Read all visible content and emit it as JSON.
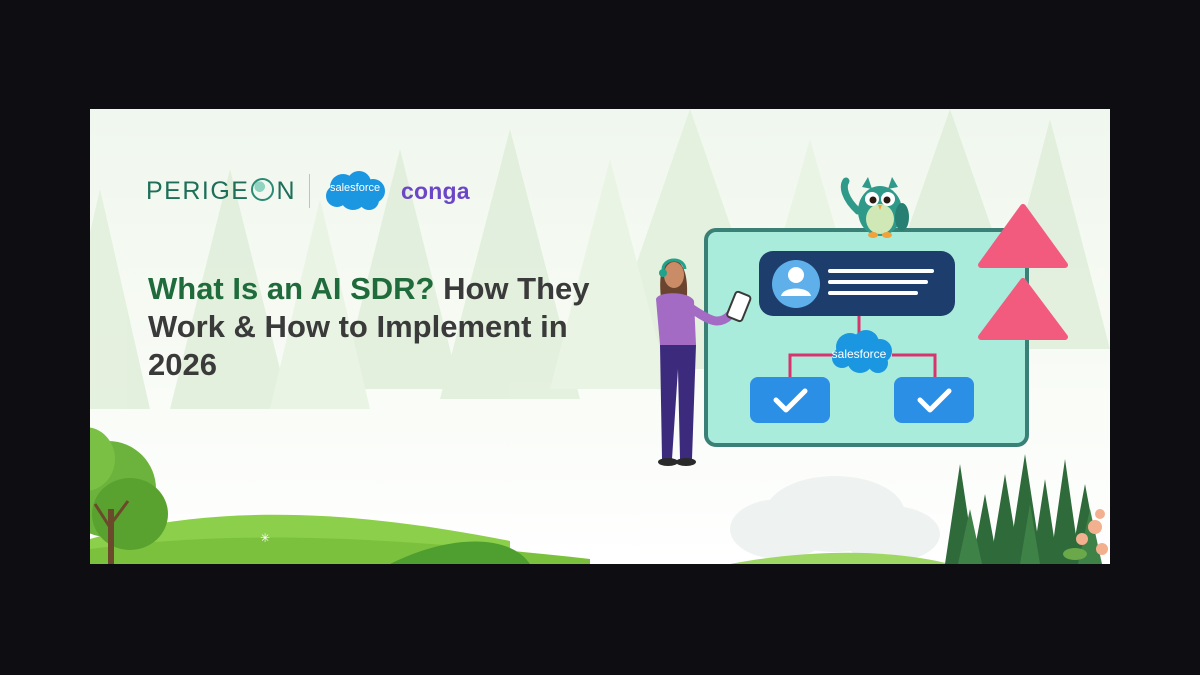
{
  "brand": {
    "perigeon_prefix": "PERIGE",
    "perigeon_suffix": "N",
    "salesforce": "salesforce",
    "conga": "conga"
  },
  "headline": {
    "accent": "What Is an AI SDR?",
    "rest": " How They Work & How to Implement in 2026"
  },
  "illustration": {
    "badge_label": "salesforce"
  },
  "colors": {
    "perigeon": "#1e6e5a",
    "salesforce_blue": "#1b96e0",
    "conga_purple": "#6b47c8",
    "headline_green": "#1f6b3b",
    "card_mint": "#a9ecdc",
    "card_border": "#3a8077",
    "arrow_pink": "#f25a7e",
    "check_blue": "#2b8fe6"
  }
}
